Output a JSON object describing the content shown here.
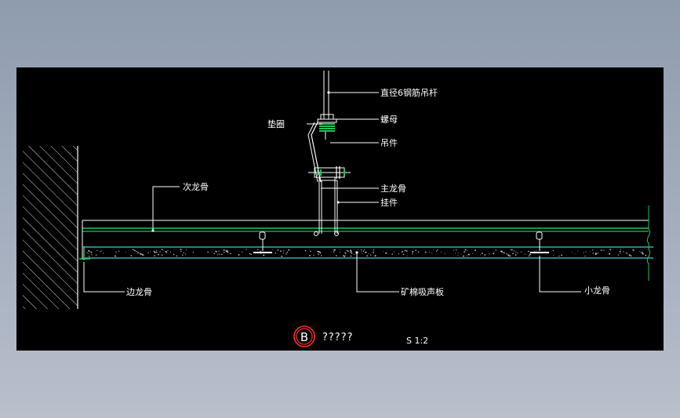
{
  "labels": {
    "rod": "直径6钢筋吊杆",
    "washer": "垫圈",
    "nut": "螺母",
    "hanger": "吊件",
    "secondary_keel": "次龙骨",
    "main_keel": "主龙骨",
    "clip": "挂件",
    "edge_keel": "边龙骨",
    "board": "矿棉吸声板",
    "small_keel": "小龙骨"
  },
  "title_block": {
    "detail_letter": "B",
    "detail_title": "?????",
    "scale": "S 1:2"
  },
  "colors": {
    "background": "#000000",
    "line_white": "#ffffff",
    "line_green": "#22c35a",
    "line_cyan": "#3fd0d8",
    "title_circle": "#ff2a2a"
  }
}
